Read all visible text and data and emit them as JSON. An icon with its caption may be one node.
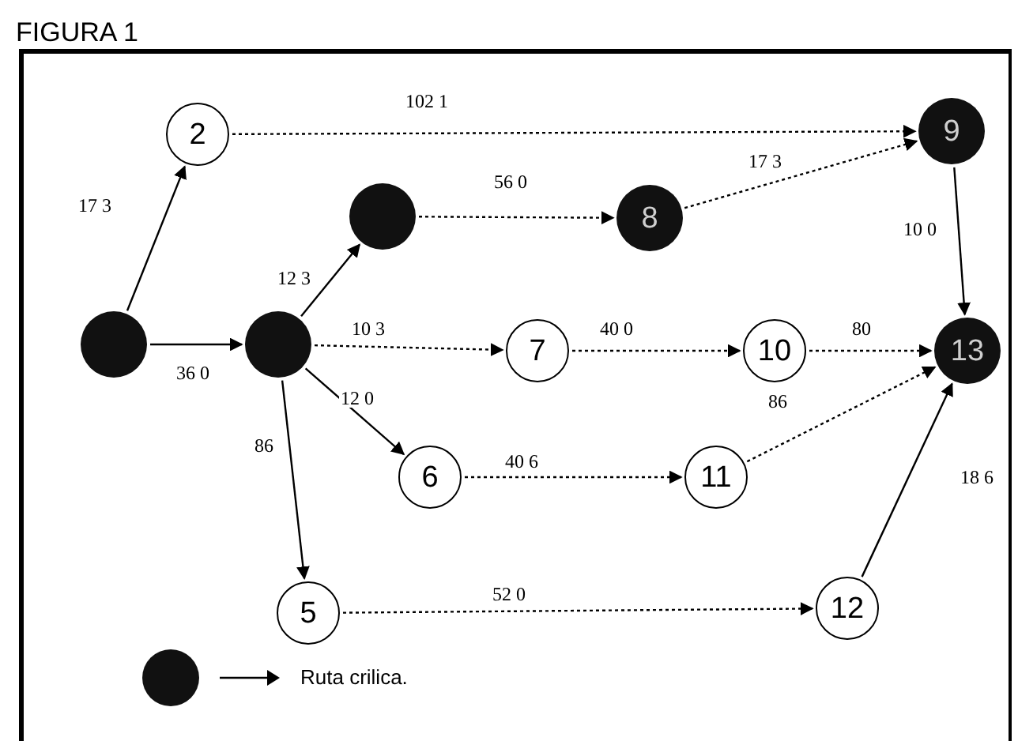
{
  "diagram": {
    "title": "FIGURA 1",
    "nodes": [
      {
        "text": [
          "2"
        ]
      },
      {
        "text": [
          "9"
        ]
      },
      {
        "text": [],
        "shape": "circle"
      },
      {
        "text": [
          "8"
        ]
      },
      {
        "text": [],
        "shape": "circle"
      },
      {
        "text": [],
        "shape": "circle"
      },
      {
        "text": [
          "7"
        ]
      },
      {
        "text": [
          "10"
        ],
        "beside": [
          "86"
        ]
      },
      {
        "text": [
          "13"
        ]
      },
      {
        "text": [
          "6"
        ]
      },
      {
        "text": [
          "11"
        ]
      },
      {
        "text": [
          "5"
        ]
      },
      {
        "text": [
          "12"
        ]
      }
    ],
    "edges": [
      {
        "from": 4,
        "to": 0,
        "arrow": "to",
        "label": "17 3"
      },
      {
        "from": 4,
        "to": 5,
        "arrow": "to",
        "label": "36 0"
      },
      {
        "from": 0,
        "to": 1,
        "arrow": "to",
        "label": "102 1",
        "style": "dashed"
      },
      {
        "from": 5,
        "to": 2,
        "arrow": "to",
        "label": "12 3"
      },
      {
        "from": 2,
        "to": 3,
        "arrow": "to",
        "label": "56 0",
        "style": "dashed"
      },
      {
        "from": 3,
        "to": 1,
        "arrow": "to",
        "label": "17 3",
        "style": "dashed"
      },
      {
        "from": 1,
        "to": 8,
        "arrow": "to",
        "label": "10 0"
      },
      {
        "from": 5,
        "to": 6,
        "arrow": "to",
        "label": "10 3",
        "style": "dashed"
      },
      {
        "from": 6,
        "to": 7,
        "arrow": "to",
        "label": "40 0",
        "style": "dashed"
      },
      {
        "from": 7,
        "to": 8,
        "arrow": "to",
        "label": "80",
        "style": "dashed"
      },
      {
        "from": 5,
        "to": 9,
        "arrow": "to",
        "label": "12 0"
      },
      {
        "from": 5,
        "to": 11,
        "arrow": "to",
        "label": "86"
      },
      {
        "from": 9,
        "to": 10,
        "arrow": "to",
        "label": "40 6",
        "style": "dashed"
      },
      {
        "from": 10,
        "to": 8,
        "arrow": "to",
        "style": "dashed"
      },
      {
        "from": 11,
        "to": 12,
        "arrow": "to",
        "label": "52 0",
        "style": "dashed"
      },
      {
        "from": 12,
        "to": 8,
        "arrow": "to",
        "label": "18 6"
      }
    ],
    "legend": [
      {
        "text": "Ruta crilica."
      }
    ]
  }
}
